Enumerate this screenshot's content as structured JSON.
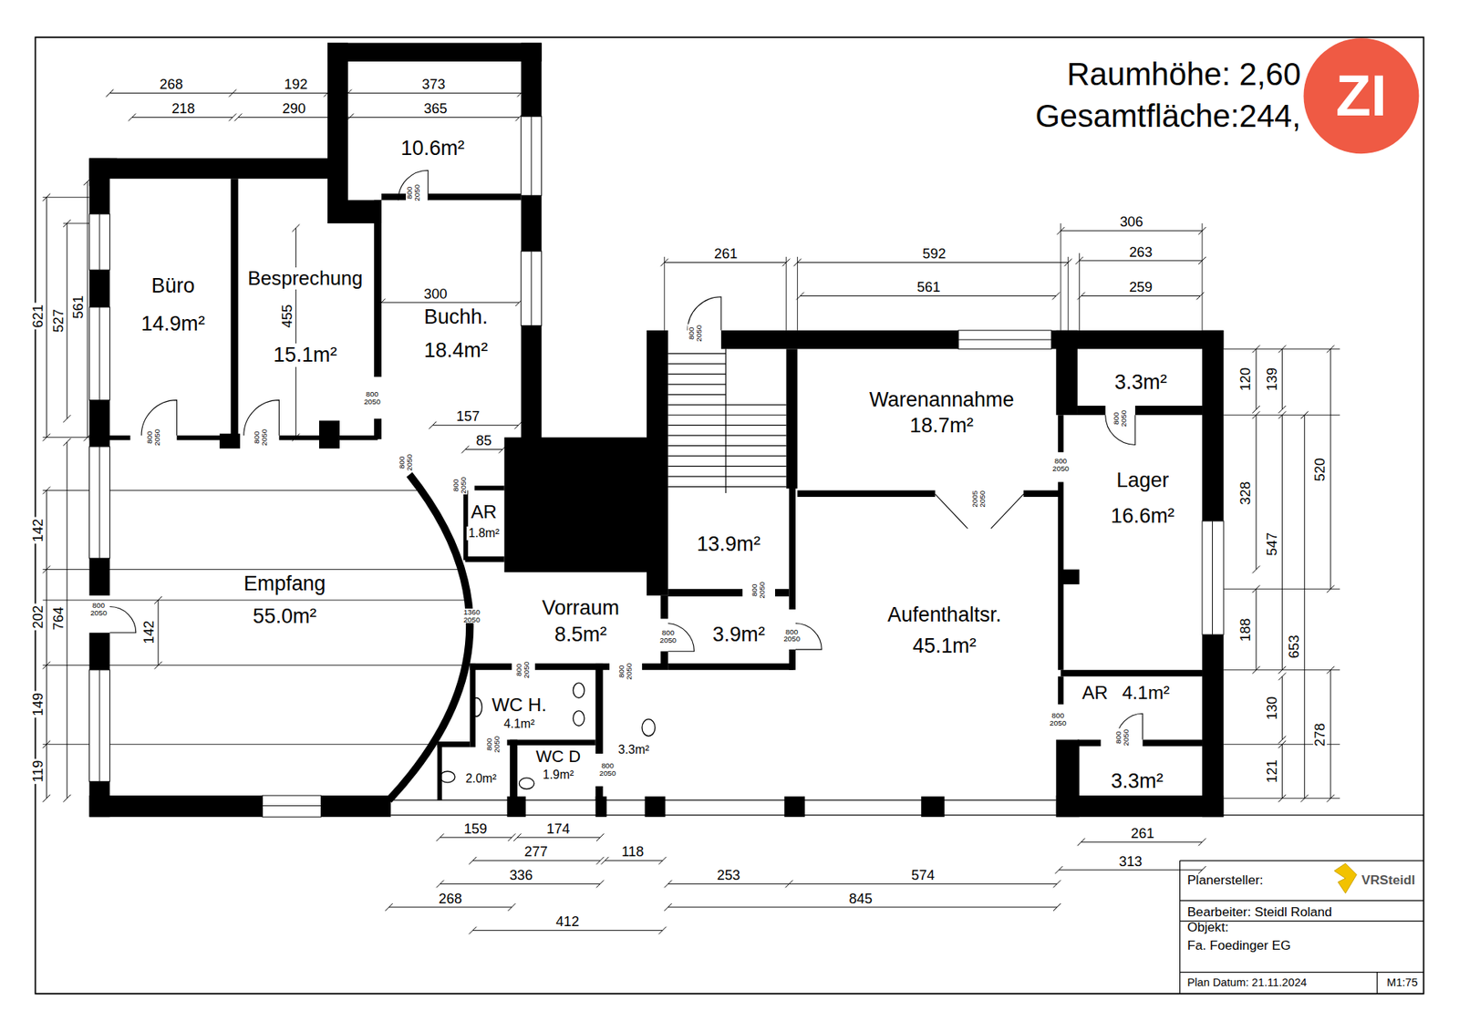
{
  "diagram": {
    "nodes": [
      {
        "text": [
          "10.6m²"
        ]
      },
      {
        "text": [
          "Büro",
          "14.9m²"
        ]
      },
      {
        "text": [
          "Besprechung",
          "15.1m²"
        ]
      },
      {
        "text": [
          "Buchh.",
          "18.4m²"
        ]
      },
      {
        "text": [
          "3.3m²"
        ]
      },
      {
        "text": [
          "Warenannahme",
          "18.7m²"
        ]
      },
      {
        "text": [
          "Lager",
          "16.6m²"
        ]
      },
      {
        "text": [
          "AR",
          "1.8m²"
        ]
      },
      {
        "text": [
          "13.9m²"
        ]
      },
      {
        "text": [
          "Empfang",
          "55.0m²"
        ]
      },
      {
        "text": [
          "Vorraum",
          "8.5m²"
        ]
      },
      {
        "text": [
          "3.9m²"
        ]
      },
      {
        "text": [
          "Aufenthaltsr.",
          "45.1m²"
        ]
      },
      {
        "text": [
          "AR",
          "4.1m²"
        ]
      },
      {
        "text": [
          "WC H.",
          "4.1m²"
        ]
      },
      {
        "text": [
          "3.3m²"
        ]
      },
      {
        "text": [
          "2.0m²"
        ]
      },
      {
        "text": [
          "WC D",
          "1.9m²"
        ]
      },
      {
        "text": [
          "3.3m²"
        ]
      }
    ],
    "labels": [
      "Raumhöhe: 2,60",
      "Gesamtfläche:244,",
      "ZI",
      "268",
      "192",
      "373",
      "218",
      "290",
      "365",
      "621",
      "527",
      "561",
      "455",
      "300",
      "157",
      "85",
      "142",
      "202",
      "764",
      "142",
      "149",
      "119",
      "261",
      "592",
      "561",
      "306",
      "263",
      "259",
      "120",
      "139",
      "520",
      "328",
      "547",
      "188",
      "653",
      "130",
      "278",
      "121",
      "159",
      "174",
      "277",
      "118",
      "336",
      "253",
      "574",
      "268",
      "845",
      "412",
      "261",
      "313",
      "800 2050",
      "800 2050",
      "800 2050",
      "800 2050",
      "800 2050",
      "800 2050",
      "800 2050",
      "800 2050",
      "800 2050",
      "1360 2050",
      "800 2050",
      "800 2050",
      "800 2050",
      "800 2050",
      "800 2050",
      "800 2050",
      "800 2050",
      "2005 2050",
      "800 2050",
      "800 2050",
      "800 2050",
      "Planersteller:",
      "VRSteidl",
      "Bearbeiter: Steidl Roland",
      "Objekt:",
      "Fa. Foedinger EG",
      "Plan Datum: 21.11.2024",
      "M1:75"
    ]
  }
}
